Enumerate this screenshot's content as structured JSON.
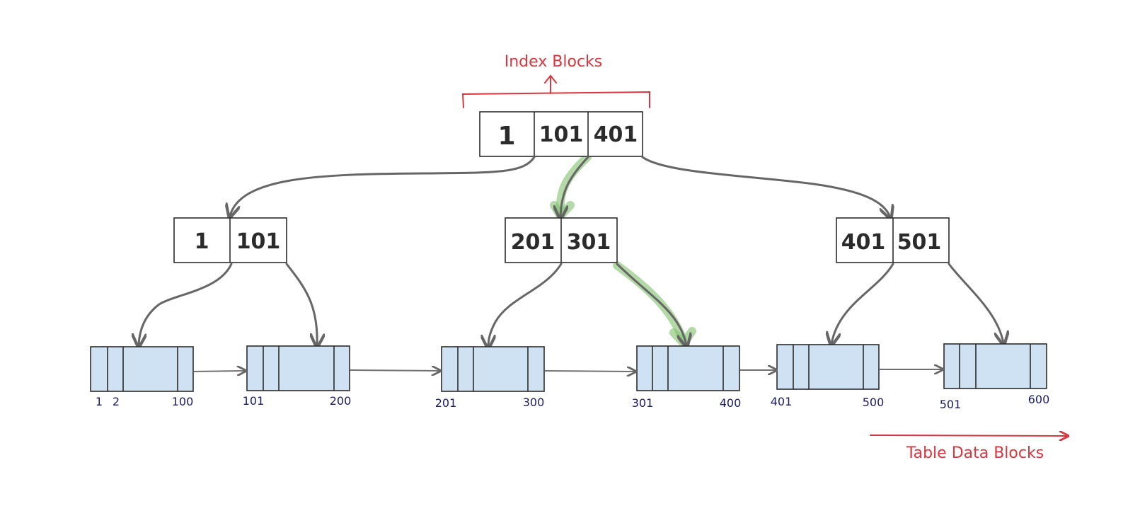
{
  "annotations": {
    "index_label": "Index Blocks",
    "data_label": "Table Data Blocks"
  },
  "root": {
    "keys": [
      "1",
      "101",
      "401"
    ]
  },
  "branches": [
    {
      "keys": [
        "1",
        "101"
      ]
    },
    {
      "keys": [
        "201",
        "301"
      ]
    },
    {
      "keys": [
        "401",
        "501"
      ]
    }
  ],
  "data_blocks": [
    {
      "labels": [
        "1",
        "2",
        "100"
      ]
    },
    {
      "labels": [
        "101",
        "200"
      ]
    },
    {
      "labels": [
        "201",
        "300"
      ]
    },
    {
      "labels": [
        "301",
        "400"
      ]
    },
    {
      "labels": [
        "401",
        "500"
      ]
    },
    {
      "labels": [
        "501",
        "600"
      ]
    }
  ],
  "colors": {
    "annotation": "#d9363e",
    "data_block_fill": "#cfe2f3",
    "highlight": "#7fbf6a",
    "range_text": "#1a1a66"
  }
}
